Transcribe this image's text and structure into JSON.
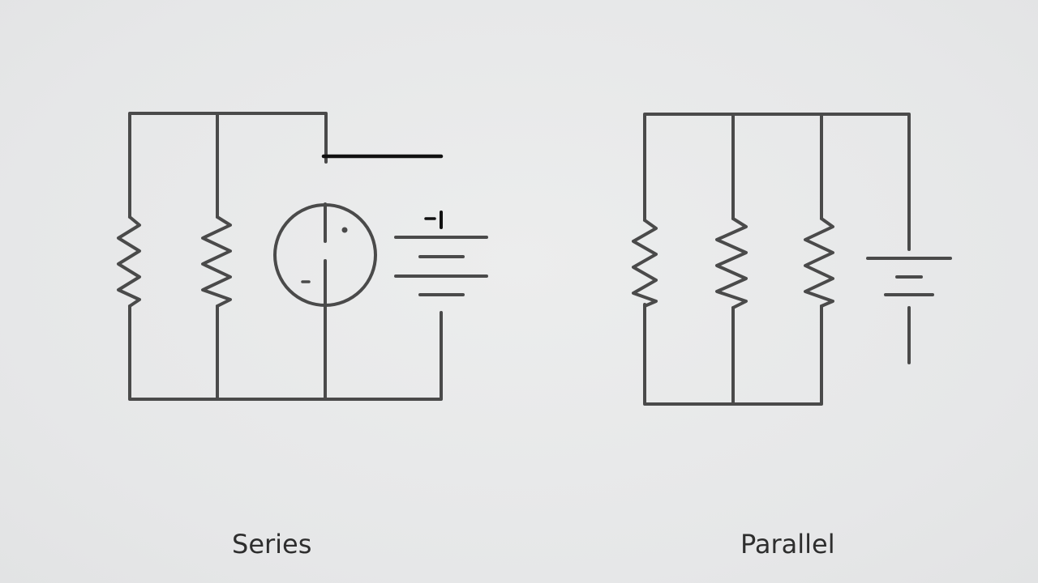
{
  "series_diagram": {
    "caption": "Series",
    "meter_marks": {
      "dot_1": "•",
      "dot_2": "-"
    },
    "battery_mark": "-I"
  },
  "parallel_diagram": {
    "caption": "Parallel"
  },
  "colors": {
    "background": "#e8e9ea",
    "wire": "#4a4a4a",
    "accent_wire": "#111111",
    "text": "#2e2e2e"
  }
}
